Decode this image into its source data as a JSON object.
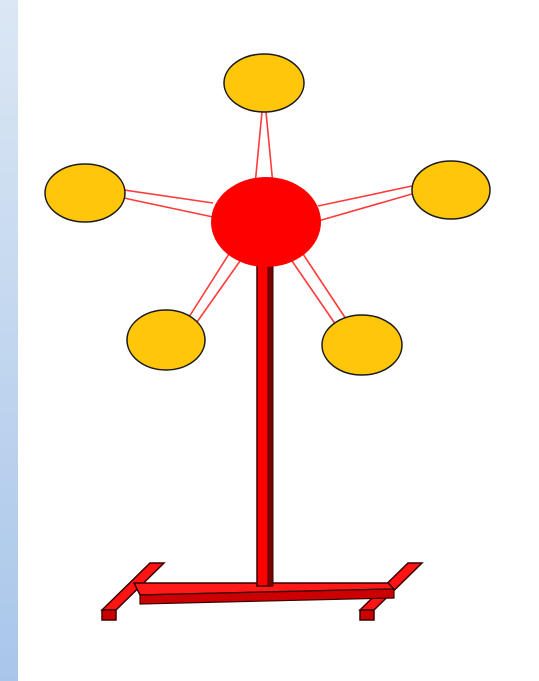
{
  "diagram": {
    "colors": {
      "background": "#ffffff",
      "left_strip": "#a9c6ea",
      "hub_fill": "#ff0000",
      "stand_fill": "#ff0000",
      "stand_stroke": "#3a0000",
      "pod_fill": "#ffc60a",
      "pod_stroke": "#1a1a1a",
      "connector_stroke": "#ff3b3b"
    },
    "components": {
      "hub": "red-hub",
      "pods": 5,
      "stand": "red-pole-and-base"
    }
  }
}
